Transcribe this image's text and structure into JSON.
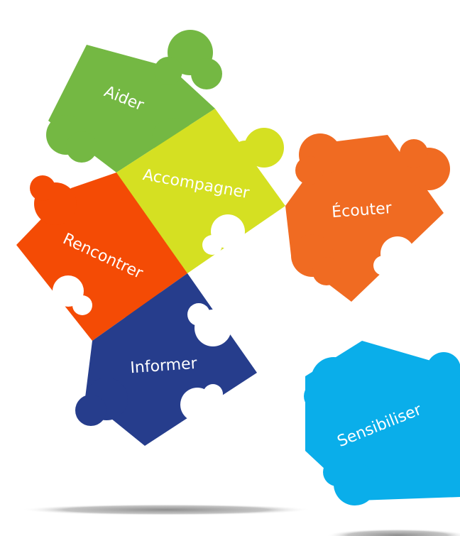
{
  "pieces": [
    {
      "id": "aider",
      "label": "Aider",
      "color": "#74b843"
    },
    {
      "id": "accompagner",
      "label": "Accompagner",
      "color": "#d5e022"
    },
    {
      "id": "rencontrer",
      "label": "Rencontrer",
      "color": "#f44b05"
    },
    {
      "id": "informer",
      "label": "Informer",
      "color": "#263d8c"
    },
    {
      "id": "ecouter",
      "label": "Écouter",
      "color": "#f06b22"
    },
    {
      "id": "sensibiliser",
      "label": "Sensibiliser",
      "color": "#0aaeea"
    }
  ],
  "shadow_color": "#9d9d9d"
}
